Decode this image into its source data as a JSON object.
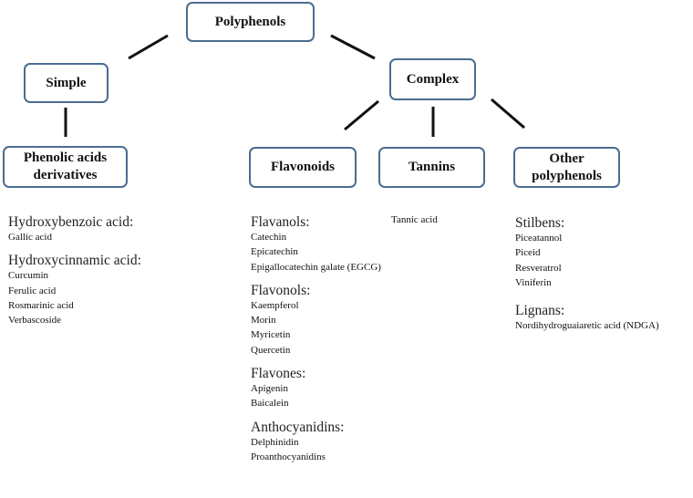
{
  "nodes": {
    "root": "Polyphenols",
    "simple": "Simple",
    "complex": "Complex",
    "phenolic": [
      "Phenolic acids",
      "derivatives"
    ],
    "flavonoids": "Flavonoids",
    "tannins": "Tannins",
    "other": [
      "Other",
      "polyphenols"
    ]
  },
  "phenolic_groups": [
    {
      "title": "Hydroxybenzoic acid:",
      "items": [
        "Gallic acid"
      ]
    },
    {
      "title": "Hydroxycinnamic acid:",
      "items": [
        "Curcumin",
        "Ferulic acid",
        "Rosmarinic acid",
        "Verbascoside"
      ]
    }
  ],
  "flavonoid_groups": [
    {
      "title": "Flavanols:",
      "items": [
        "Catechin",
        "Epicatechin",
        "Epigallocatechin galate (EGCG)"
      ]
    },
    {
      "title": "Flavonols:",
      "items": [
        "Kaempferol",
        "Morin",
        "Myricetin",
        "Quercetin"
      ]
    },
    {
      "title": "Flavones:",
      "items": [
        "Apigenin",
        "Baicalein"
      ]
    },
    {
      "title": "Anthocyanidins:",
      "items": [
        "Delphinidin",
        "Proanthocyanidins"
      ]
    }
  ],
  "tannin_items": [
    "Tannic acid"
  ],
  "other_groups": [
    {
      "title": "Stilbens:",
      "items": [
        "Piceatannol",
        "Piceid",
        "Resveratrol",
        "Viniferin"
      ]
    },
    {
      "title": "Lignans:",
      "items": [
        "Nordihydroguaiaretic acid (NDGA)"
      ]
    }
  ],
  "colors": {
    "box_border": "#4a6d90",
    "text": "#111111",
    "connector": "#111111"
  }
}
